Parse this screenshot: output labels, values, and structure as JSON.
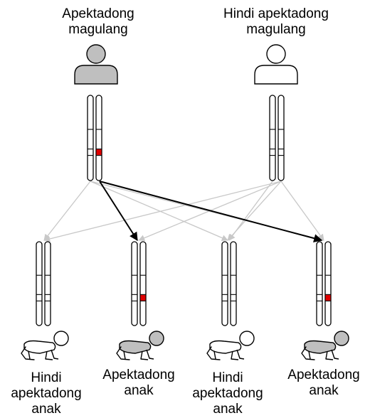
{
  "parents": [
    {
      "label": "Apektadong\nmagulang",
      "affected": true
    },
    {
      "label": "Hindi apektadong\nmagulang",
      "affected": false
    }
  ],
  "children": [
    {
      "label": "Hindi\napektadong\nanak",
      "affected": false
    },
    {
      "label": "Apektadong\nanak",
      "affected": true
    },
    {
      "label": "Hindi\napektadong\nanak",
      "affected": false
    },
    {
      "label": "Apektadong\nanak",
      "affected": true
    }
  ],
  "colors": {
    "affected_fill": "#bfbfbf",
    "unaffected_fill": "#ffffff",
    "mutation": "#e00000",
    "inheritance_arrow": "#c8c8c8",
    "affected_arrow": "#000000",
    "outline": "#000000"
  },
  "icons": {
    "parent": "person-icon",
    "child": "crawling-baby-icon"
  }
}
